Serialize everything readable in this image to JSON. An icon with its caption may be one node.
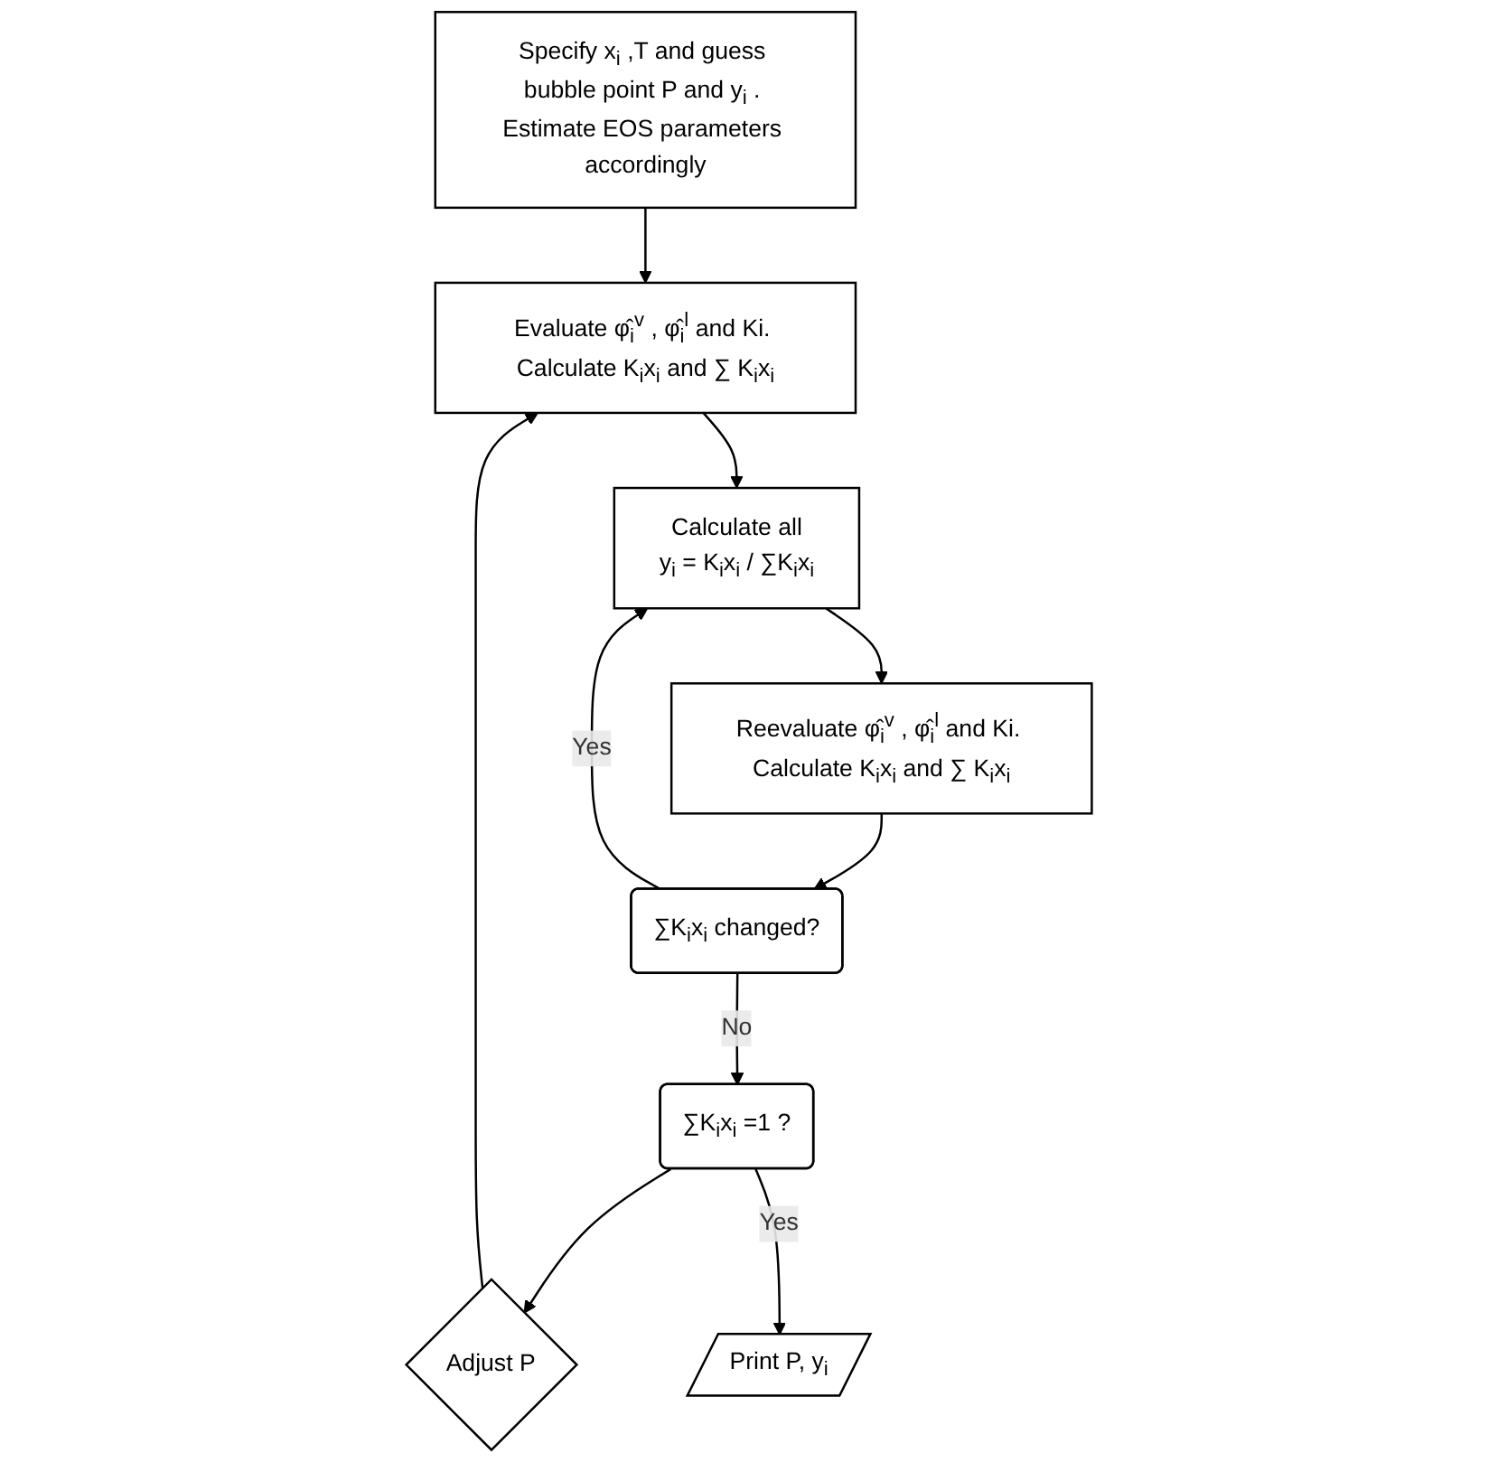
{
  "diagram": {
    "nodes": [
      {
        "text": [
          "Specify x$_{i}$ ,T and guess bubble point P and y$_{i}$ . Estimate EOS parameters accordingly"
        ]
      },
      {
        "text": [
          "Evaluate φ̂$_{i}$$^{v}$ , φ̂$_{i}$$^{l}$ and Ki. Calculate K$_{i}$x$_{i}$ and ∑ K$_{i}$x$_{i}$"
        ]
      },
      {
        "text": [
          "Adjust P"
        ]
      },
      {
        "text": [
          "∑K$_{i}$x$_{i}$ =1 ?"
        ]
      },
      {
        "text": [
          "Print P, y$_{i}$"
        ]
      },
      {
        "text": [
          "Calculate all",
          "y$_{i}$ = K$_{i}$x$_{i}$ / ∑K$_{i}$x$_{i}$"
        ]
      },
      {
        "text": [
          "∑K$_{i}$x$_{i}$ changed?"
        ]
      },
      {
        "text": [
          "Reevaluate φ̂$_{i}$$^{v}$ , φ̂$_{i}$$^{l}$ and Ki. Calculate K$_{i}$x$_{i}$ and ∑ K$_{i}$x$_{i}$"
        ]
      }
    ],
    "edges": [
      {
        "from": 0,
        "to": 1,
        "arrow": "to"
      },
      {
        "from": 1,
        "to": 5,
        "arrow": "to"
      },
      {
        "from": 5,
        "to": 7,
        "arrow": "to"
      },
      {
        "from": 7,
        "to": 6,
        "arrow": "to"
      },
      {
        "from": 6,
        "to": 5,
        "arrow": "to",
        "label": "Yes"
      },
      {
        "from": 6,
        "to": 3,
        "arrow": "to",
        "label": "No"
      },
      {
        "from": 3,
        "to": 2,
        "arrow": "to"
      },
      {
        "from": 2,
        "to": 1,
        "arrow": "to"
      },
      {
        "from": 3,
        "to": 4,
        "arrow": "to",
        "label": "Yes"
      }
    ]
  }
}
